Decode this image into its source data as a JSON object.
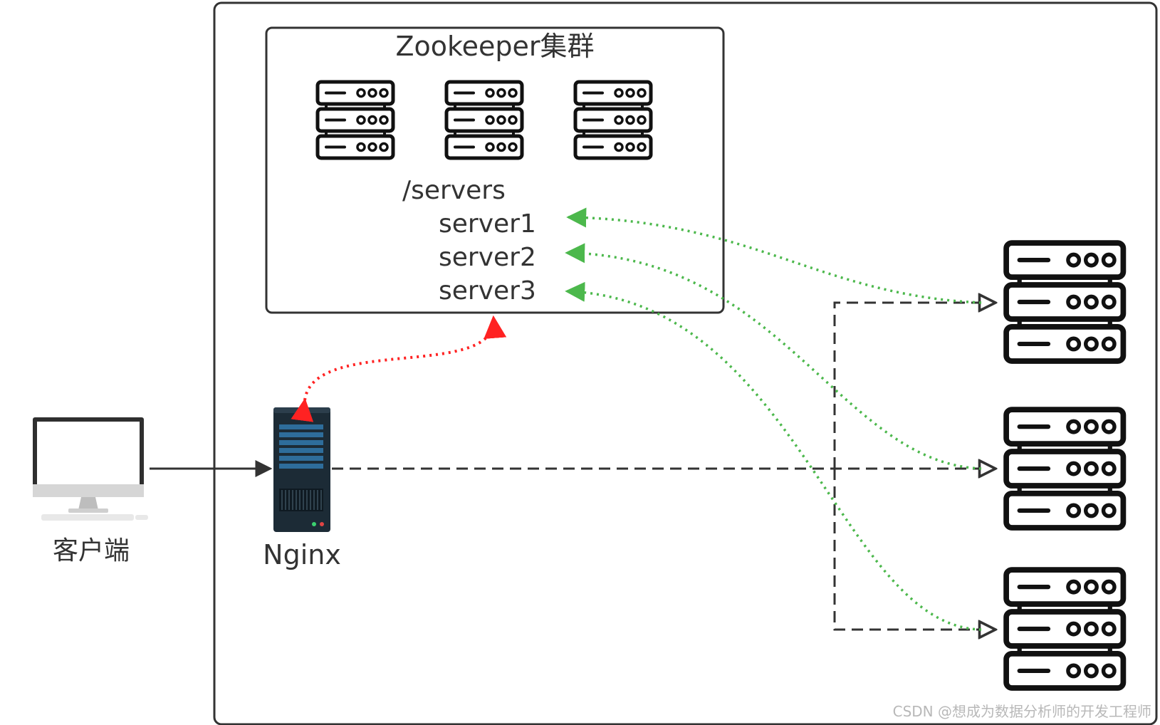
{
  "cluster": {
    "title": "Zookeeper集群",
    "node_path": "/servers",
    "children": [
      "server1",
      "server2",
      "server3"
    ]
  },
  "client": {
    "label": "客户端",
    "icon": "desktop-monitor-icon"
  },
  "proxy": {
    "label": "Nginx",
    "icon": "tower-server-icon"
  },
  "backend_servers": [
    {
      "icon": "server-rack-icon"
    },
    {
      "icon": "server-rack-icon"
    },
    {
      "icon": "server-rack-icon"
    }
  ],
  "colors": {
    "outline": "#333333",
    "registration_links": "#4cb84c",
    "proxy_zookeeper_link": "#ff2222",
    "watermark": "#b8b8b8"
  },
  "watermark": "CSDN @想成为数据分析师的开发工程师"
}
